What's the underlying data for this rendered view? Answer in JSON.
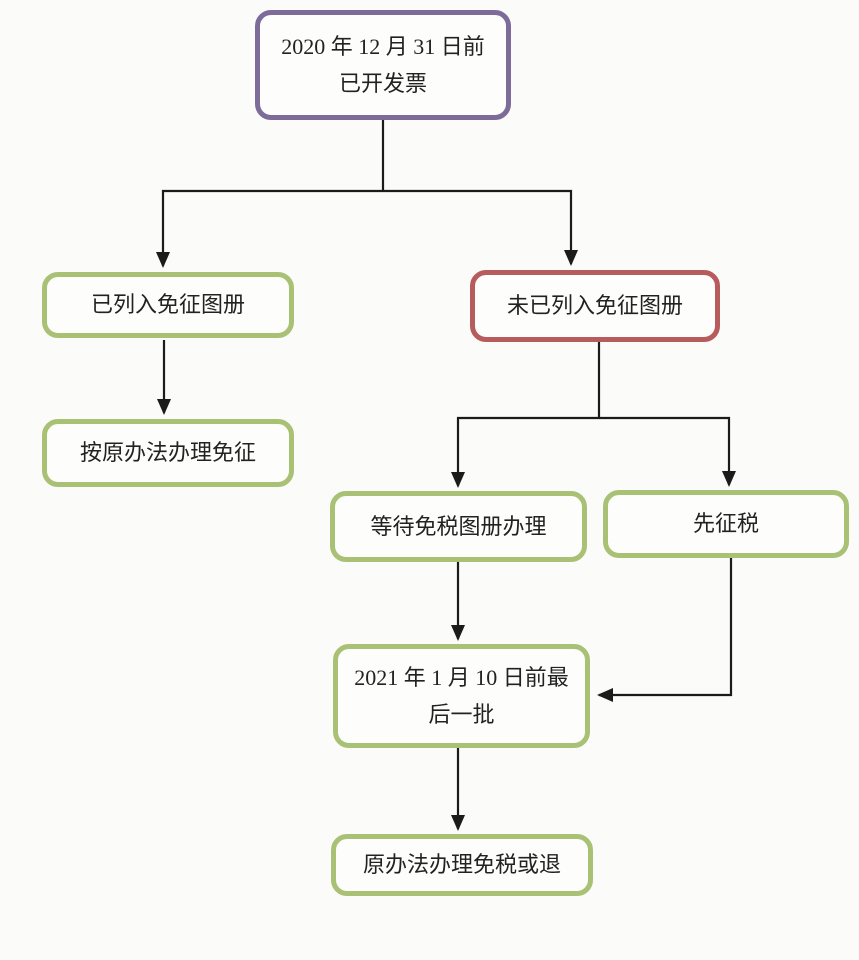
{
  "diagram": {
    "type": "flowchart",
    "colors": {
      "purple_border": "#7d6b99",
      "green_border": "#a9c175",
      "red_border": "#b65c5c",
      "line": "#1b1b1b",
      "text": "#222222",
      "background": "#fbfbfa",
      "node_fill": "#fdfdfb"
    },
    "nodes": [
      {
        "id": "invoiced-before-deadline",
        "variant": "purple",
        "lines": [
          "2020 年 12 月 31 日前",
          "已开发票"
        ]
      },
      {
        "id": "listed-in-exemption-catalog",
        "variant": "green",
        "lines": [
          "已列入免征图册"
        ]
      },
      {
        "id": "not-listed-in-exemption-catalog",
        "variant": "red",
        "lines": [
          "未已列入免征图册"
        ]
      },
      {
        "id": "handle-exemption-old-method",
        "variant": "green",
        "lines": [
          "按原办法办理免征"
        ]
      },
      {
        "id": "wait-exemption-catalog",
        "variant": "green",
        "lines": [
          "等待免税图册办理"
        ]
      },
      {
        "id": "tax-first",
        "variant": "green",
        "lines": [
          "先征税"
        ]
      },
      {
        "id": "last-batch-before-2021-01-10",
        "variant": "green",
        "lines": [
          "2021 年 1 月 10 日前最",
          "后一批"
        ]
      },
      {
        "id": "old-method-exempt-or-refund",
        "variant": "green",
        "lines": [
          "原办法办理免税或退"
        ]
      }
    ],
    "edges": [
      {
        "from": "invoiced-before-deadline",
        "to": "listed-in-exemption-catalog"
      },
      {
        "from": "invoiced-before-deadline",
        "to": "not-listed-in-exemption-catalog"
      },
      {
        "from": "listed-in-exemption-catalog",
        "to": "handle-exemption-old-method"
      },
      {
        "from": "not-listed-in-exemption-catalog",
        "to": "wait-exemption-catalog"
      },
      {
        "from": "not-listed-in-exemption-catalog",
        "to": "tax-first"
      },
      {
        "from": "wait-exemption-catalog",
        "to": "last-batch-before-2021-01-10"
      },
      {
        "from": "tax-first",
        "to": "last-batch-before-2021-01-10"
      },
      {
        "from": "last-batch-before-2021-01-10",
        "to": "old-method-exempt-or-refund"
      }
    ]
  }
}
